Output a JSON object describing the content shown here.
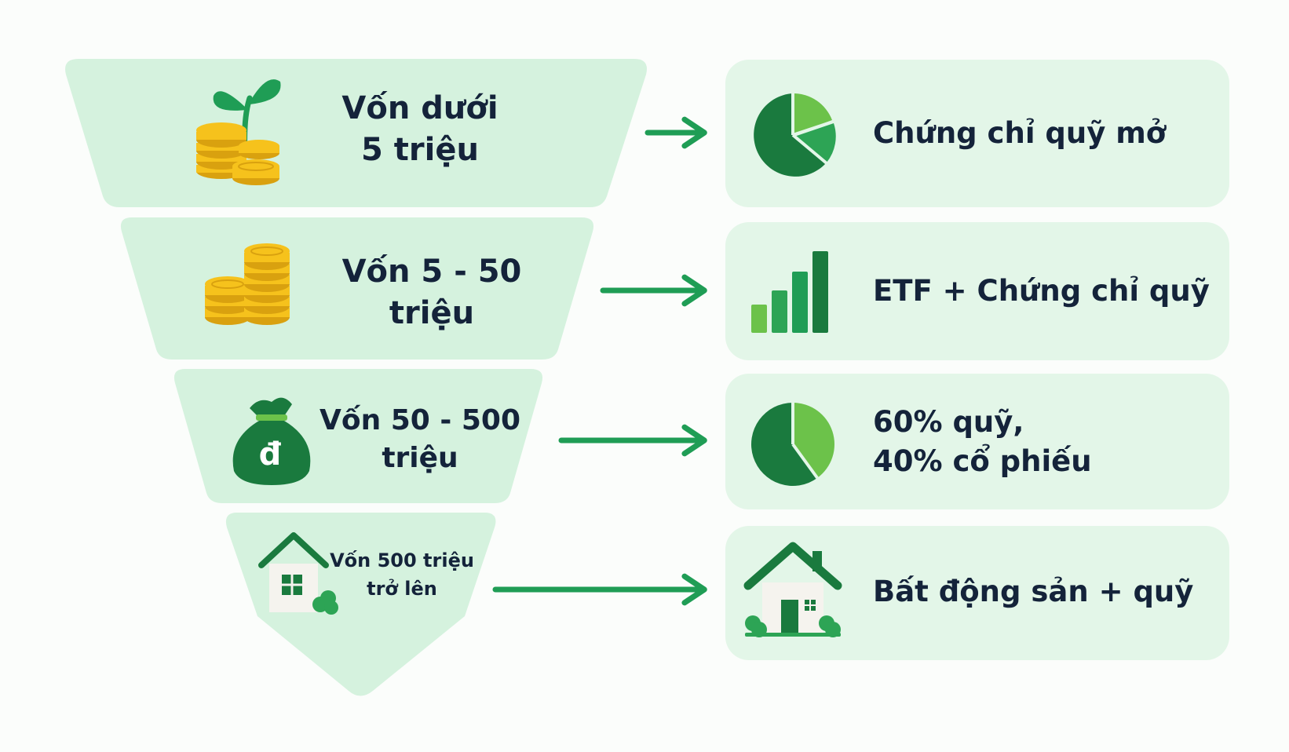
{
  "palette": {
    "funnel_fill": "#d5f2de",
    "card_fill": "#e3f6e8",
    "arrow": "#1f9d55",
    "dark_green": "#1a7a3e",
    "mid_green": "#2da455",
    "light_green": "#6cc24a",
    "coin_gold": "#f6c21c",
    "coin_edge": "#d9a10f",
    "text": "#14233a"
  },
  "tiers": [
    {
      "label_lines": [
        "Vốn dưới",
        "5 triệu"
      ],
      "icon": "seedling-coins-icon",
      "result_lines": [
        "Chứng chỉ quỹ mở"
      ],
      "result_icon": "pie-chart-three-slice-icon"
    },
    {
      "label_lines": [
        "Vốn 5 - 50",
        "triệu"
      ],
      "icon": "coin-stacks-icon",
      "result_lines": [
        "ETF + Chứng chỉ quỹ"
      ],
      "result_icon": "bar-chart-icon"
    },
    {
      "label_lines": [
        "Vốn 50 - 500",
        "triệu"
      ],
      "icon": "money-bag-icon",
      "money_bag_symbol": "đ",
      "result_lines": [
        "60% quỹ,",
        "40% cổ phiếu"
      ],
      "result_icon": "pie-chart-two-slice-icon",
      "allocation": {
        "funds_percent": 60,
        "stocks_percent": 40
      }
    },
    {
      "label_lines": [
        "Vốn 500 triệu",
        "trở lên"
      ],
      "icon": "small-house-icon",
      "result_lines": [
        "Bất động sản + quỹ"
      ],
      "result_icon": "house-icon"
    }
  ]
}
